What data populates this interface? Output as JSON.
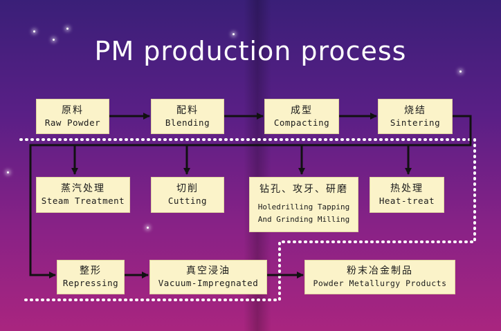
{
  "title": "PM production process",
  "steps": {
    "raw_powder": {
      "zh": "原料",
      "en": "Raw Powder"
    },
    "blending": {
      "zh": "配料",
      "en": "Blending"
    },
    "compacting": {
      "zh": "成型",
      "en": "Compacting"
    },
    "sintering": {
      "zh": "烧结",
      "en": "Sintering"
    },
    "steam": {
      "zh": "蒸汽处理",
      "en": "Steam Treatment"
    },
    "cutting": {
      "zh": "切削",
      "en": "Cutting"
    },
    "drilling": {
      "zh": "钻孔、攻牙、研磨",
      "en1": "Holedrilling Tapping",
      "en2": "And Grinding Milling"
    },
    "heat": {
      "zh": "热处理",
      "en": "Heat-treat"
    },
    "repressing": {
      "zh": "整形",
      "en": "Repressing"
    },
    "vacuum": {
      "zh": "真空浸油",
      "en": "Vacuum-Impregnated"
    },
    "products": {
      "zh": "粉末冶金制品",
      "en": "Powder Metallurgy Products"
    }
  }
}
